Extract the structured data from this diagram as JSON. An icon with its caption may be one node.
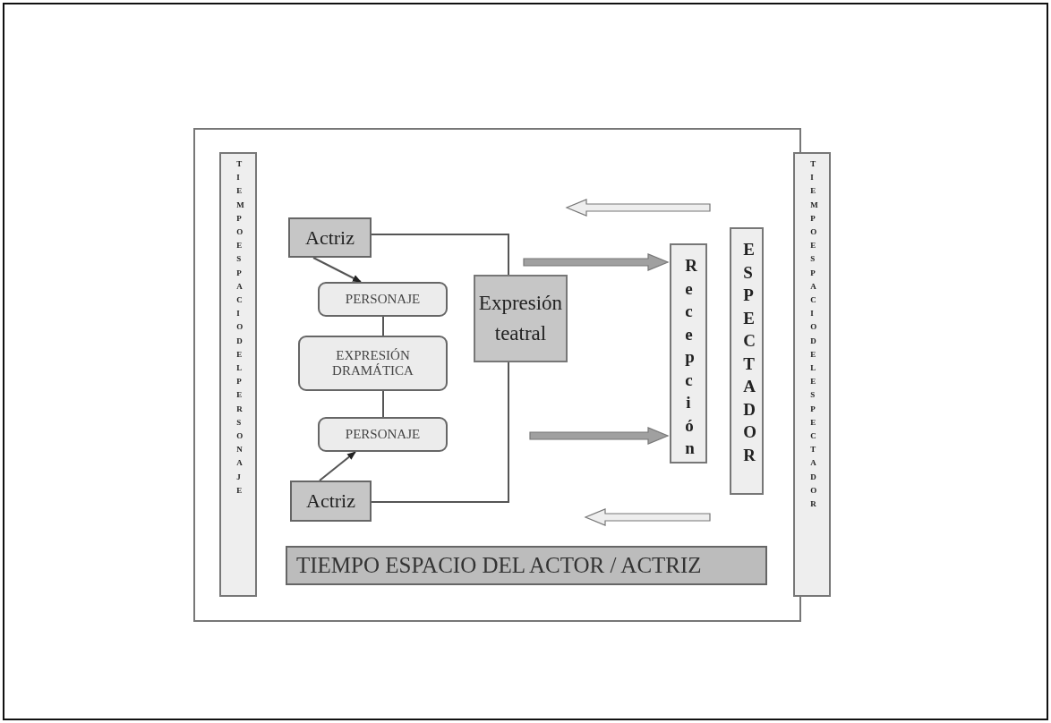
{
  "diagram": {
    "nodes": [
      {
        "text": [
          "TIEMPO ESPACIO DEL PERSONAJE"
        ]
      },
      {
        "text": [
          "Actriz"
        ]
      },
      {
        "text": [
          "PERSONAJE"
        ]
      },
      {
        "text": [
          "EXPRESIÓN DRAMÁTICA"
        ]
      },
      {
        "text": [
          "PERSONAJE"
        ]
      },
      {
        "text": [
          "Actriz"
        ]
      },
      {
        "text": [
          "Expresión teatral"
        ]
      },
      {
        "text": [
          "Recepción"
        ]
      },
      {
        "text": [
          "ESPECTADOR"
        ]
      },
      {
        "text": [
          "TIEMPO ESPACIO DEL ACTOR / ACTRIZ"
        ]
      },
      {
        "text": [
          "TIEMPO ESPACIO DEL ESPECTADOR"
        ]
      }
    ],
    "edges": [
      {
        "from": 1,
        "to": 2,
        "arrow": "to"
      },
      {
        "from": 2,
        "to": 3,
        "arrow": "none"
      },
      {
        "from": 3,
        "to": 4,
        "arrow": "none"
      },
      {
        "from": 5,
        "to": 4,
        "arrow": "to"
      },
      {
        "from": 1,
        "to": 6,
        "arrow": "none"
      },
      {
        "from": 5,
        "to": 6,
        "arrow": "none"
      },
      {
        "from": null,
        "to": 7,
        "arrow": "to",
        "style": "thick",
        "color": "#a0a0a0"
      },
      {
        "from": null,
        "to": 7,
        "arrow": "to",
        "style": "thick",
        "color": "#a0a0a0"
      },
      {
        "from": 8,
        "to": null,
        "arrow": "to",
        "style": "thick"
      },
      {
        "from": 8,
        "to": null,
        "arrow": "to",
        "style": "thick"
      }
    ]
  }
}
